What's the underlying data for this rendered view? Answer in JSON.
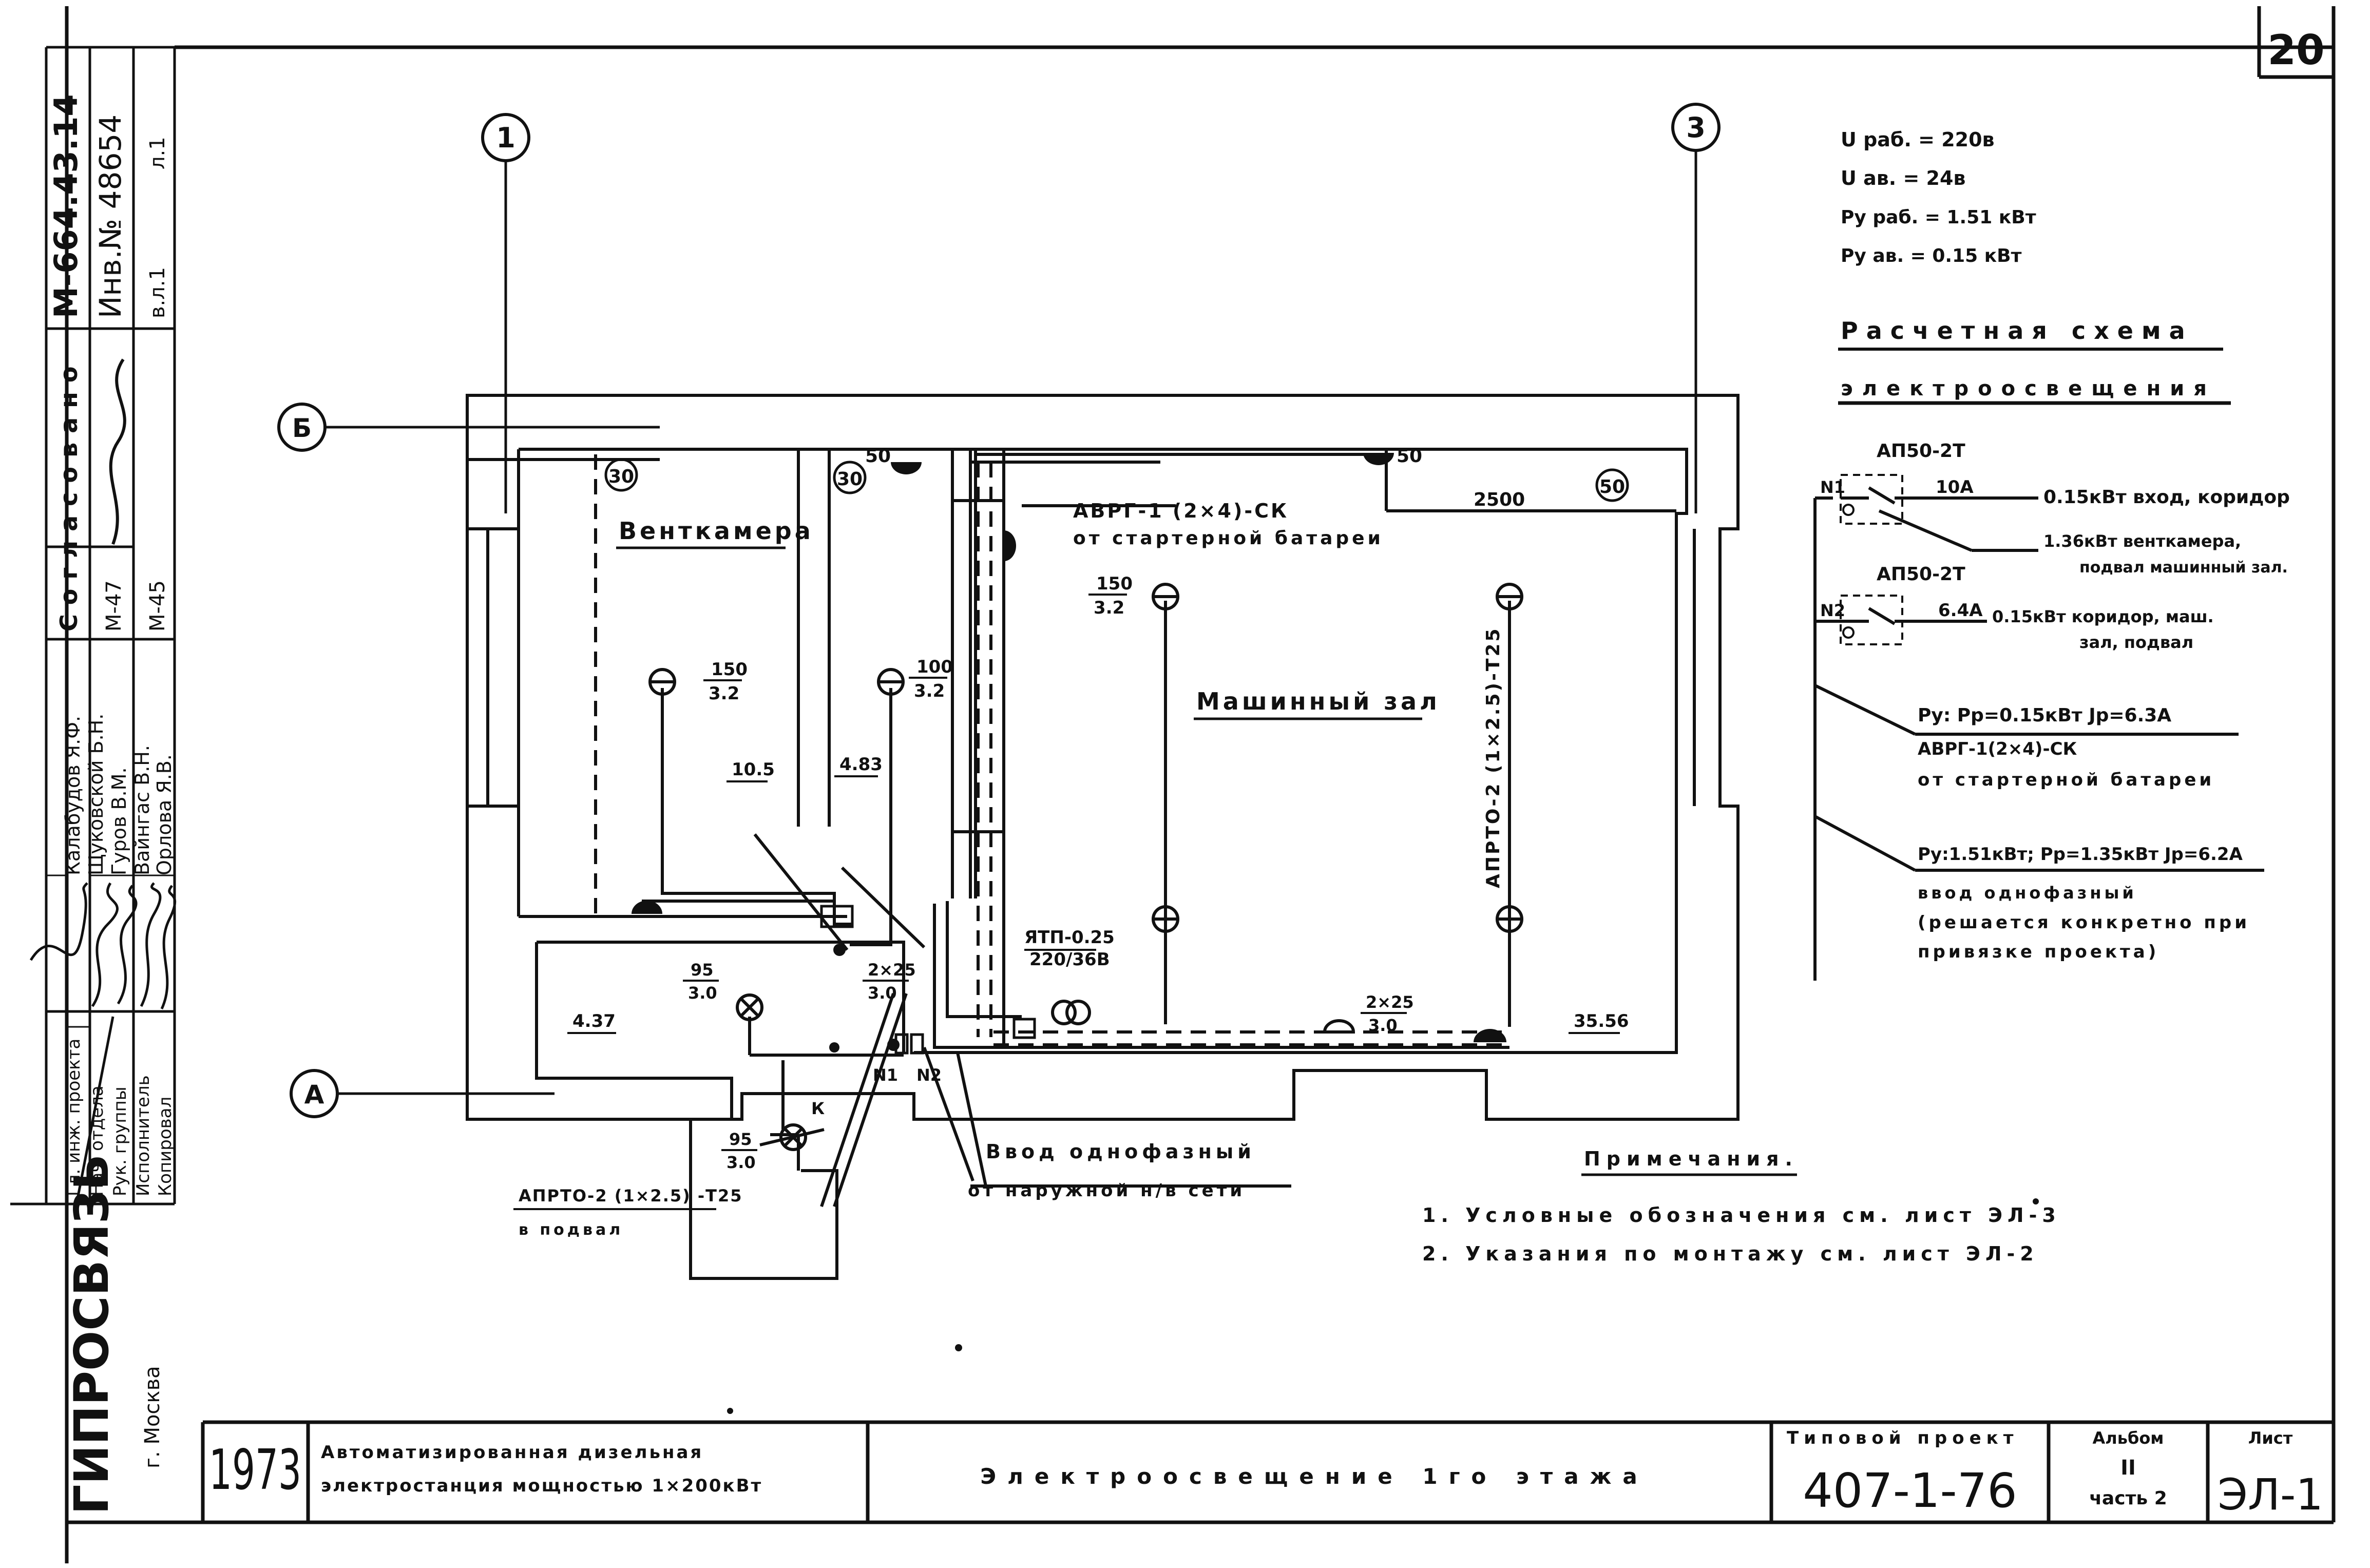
{
  "sheet_number": "20",
  "side_stamp": {
    "doc_code": "М-664.43.14",
    "inv_no": "Инв.№ 48654",
    "sheet_ref_1": "л.1",
    "sheet_ref_2": "в.л.1",
    "agreed": "Согласовано",
    "agree_rows": [
      "М-47",
      "М-45"
    ],
    "people_names": [
      "Калабудов Я.Ф.",
      "Щуковской Б.Н.",
      "Гуров В.М.",
      "Вайнгас В.Н.",
      "Орлова Я.В."
    ],
    "roles": [
      "Гл. инж. проекта",
      "Нач. отдела",
      "Рук. группы",
      "Исполнитель",
      "Копировал"
    ],
    "org": "ГИПРОСВЯЗЬ",
    "city": "г. Москва"
  },
  "axes": {
    "a1": "1",
    "a3": "3",
    "aB": "Б",
    "aA": "А"
  },
  "rooms": {
    "vent": "Венткамера",
    "machine": "Машинный зал",
    "vent_n": "30",
    "mid_n": "30",
    "machine_n": "50"
  },
  "marks": {
    "lamp_50_left": "50",
    "lamp_50_right": "50",
    "dim_2500": "2500",
    "l150_32_a_top": "150",
    "l150_32_a_bot": "3.2",
    "l100_32_top": "100",
    "l100_32_bot": "3.2",
    "l150_32_b_top": "150",
    "l150_32_b_bot": "3.2",
    "area_105": "10.5",
    "area_483": "4.83",
    "area_437": "4.37",
    "area_3556": "35.56",
    "l95_30_a_top": "95",
    "l95_30_a_bot": "3.0",
    "l95_30_b_top": "95",
    "l95_30_b_bot": "3.0",
    "l2x25_30_a_top": "2×25",
    "l2x25_30_a_bot": "3.0",
    "l2x25_30_b_top": "2×25",
    "l2x25_30_b_bot": "3.0",
    "n1": "N1",
    "n2": "N2",
    "k": "К"
  },
  "cables": {
    "avrg_line1": "АВРГ-1 (2×4)-СК",
    "avrg_line2": "от стартерной батареи",
    "aprto_vert": "АПРТО-2 (1×2.5)-Т25",
    "transformer_1": "ЯТП-0.25",
    "transformer_2": "220/36В",
    "aprto_basement_1": "АПРТО-2 (1×2.5) -Т25",
    "aprto_basement_2": "в подвал",
    "entry_1": "Ввод однофазный",
    "entry_2": "от наружной н/в сети"
  },
  "params": [
    "U раб. = 220в",
    "U ав. = 24в",
    "Ру раб. = 1.51 кВт",
    "Ру ав. = 0.15 кВт"
  ],
  "scheme": {
    "title1": "Расчетная схема",
    "title2": "электроосвещения",
    "ap1": "АП50-2Т",
    "ap2": "АП50-2Т",
    "n1": "N1",
    "n2": "N2",
    "i1": "10А",
    "i2": "6.4А",
    "load1": "0.15кВт вход, коридор",
    "load2a": "1.36кВт венткамера,",
    "load2b": "подвал машинный зал.",
    "load3a": "0.15кВт коридор, маш.",
    "load3b": "зал, подвал",
    "f1a": "Ру: Рр=0.15кВт  Jр=6.3А",
    "f1b": "АВРГ-1(2×4)-СК",
    "f1c": "от стартерной батареи",
    "f2a": "Ру:1.51кВт; Рр=1.35кВт  Jр=6.2А",
    "f2b": "ввод однофазный",
    "f2c": "(решается конкретно при",
    "f2d": "привязке проекта)"
  },
  "notes": {
    "title": "Примечания.",
    "items": [
      "1. Условные обозначения см. лист ЭЛ-3",
      "2. Указания по монтажу см. лист ЭЛ-2"
    ]
  },
  "title_block": {
    "year": "1973",
    "project_1": "Автоматизированная дизельная",
    "project_2": "электростанция мощностью 1×200кВт",
    "drawing": "Электроосвещение 1го этажа",
    "typ_label": "Типовой проект",
    "typ_no": "407-1-76",
    "album_label": "Альбом",
    "album_no": "II",
    "part": "часть 2",
    "sheet_label": "Лист",
    "sheet_no": "ЭЛ-1"
  }
}
